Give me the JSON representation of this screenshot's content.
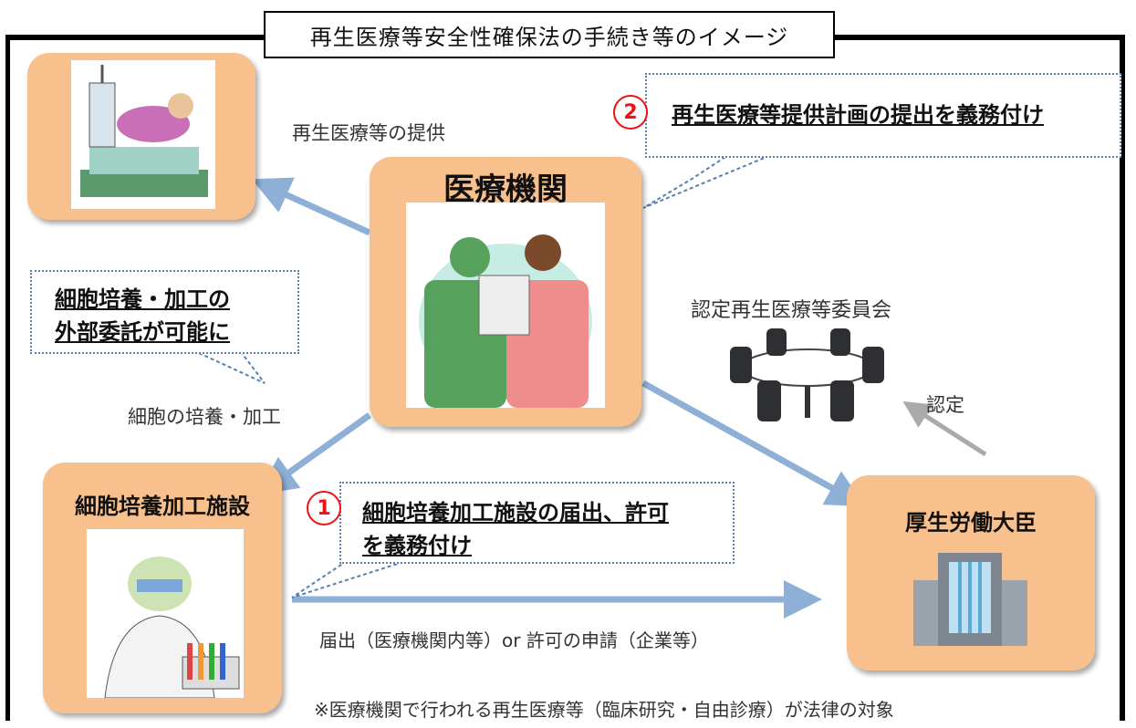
{
  "title": "再生医療等安全性確保法の手続き等のイメージ",
  "nodes": {
    "hospital": "医療機関",
    "cpf": "細胞培養加工施設",
    "minister": "厚生労働大臣",
    "committee": "認定再生医療等委員会"
  },
  "edges": {
    "provision": "再生医療等の提供",
    "culture": "細胞の培養・加工",
    "certification": "認定",
    "application": "届出（医療機関内等）or 許可の申請（企業等）"
  },
  "callouts": {
    "c1_num": "1",
    "c1_line1": "細胞培養加工施設の届出、許可",
    "c1_line2": "を義務付け",
    "c2_num": "2",
    "c2_text": "再生医療等提供計画の提出を義務付け",
    "outsource_line1": "細胞培養・加工の",
    "outsource_line2": "外部委託が可能に"
  },
  "footnote": "※医療機関で行われる再生医療等（臨床研究・自由診療）が法律の対象",
  "colors": {
    "box": "#f7c08c",
    "arrow": "#8fb0d6",
    "accent": "#e11111",
    "callout_border": "#5a7fb0"
  },
  "icons": [
    "patient-clipart",
    "doctors-clipart",
    "scientist-clipart",
    "building-clipart",
    "meeting-table-clipart"
  ]
}
